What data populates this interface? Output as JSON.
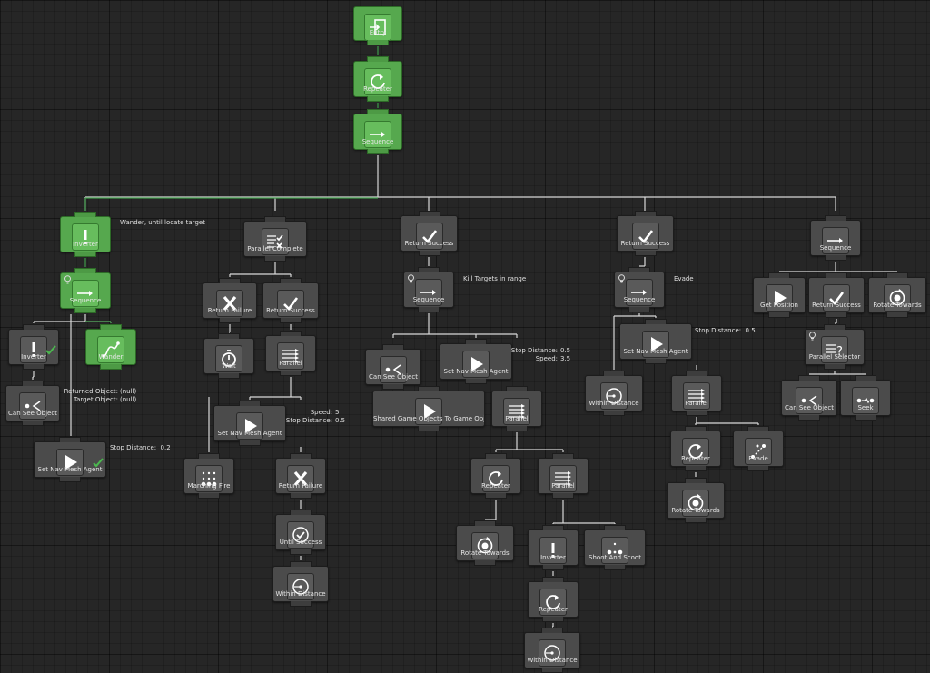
{
  "nodes": {
    "entry": "Entry",
    "repeater_root": "Repeater",
    "sequence_root": "Sequence",
    "inverter_wander": "Inverter",
    "sequence_wander": "Sequence",
    "inverter_cso": "Inverter",
    "wander": "Wander",
    "can_see_object_1": "Can See Object",
    "set_nav_mesh_1": "Set Nav Mesh Agent",
    "parallel_complete": "Parallel Complete",
    "return_failure_1": "Return Failure",
    "return_success_1": "Return Success",
    "wait": "Wait",
    "parallel_1": "Parallel",
    "set_nav_mesh_2": "Set Nav Mesh Agent",
    "marching_fire": "Marching Fire",
    "return_failure_2": "Return Failure",
    "until_success": "Until Success",
    "within_distance_1": "Within Distance",
    "return_success_2": "Return Success",
    "sequence_kill": "Sequence",
    "can_see_object_2": "Can See Object",
    "set_nav_mesh_3": "Set Nav Mesh Agent",
    "shared_objects": "Shared Game Objects To Game Object List",
    "parallel_2": "Parallel",
    "repeater_2": "Repeater",
    "parallel_3": "Parallel",
    "rotate_towards_1": "Rotate Towards",
    "inverter_3": "Inverter",
    "shoot_and_scoot": "Shoot And Scoot",
    "repeater_3": "Repeater",
    "within_distance_2": "Within Distance",
    "return_success_3": "Return Success",
    "sequence_evade": "Sequence",
    "set_nav_mesh_4": "Set Nav Mesh Agent",
    "within_distance_3": "Within Distance",
    "parallel_4": "Parallel",
    "repeater_4": "Repeater",
    "evade": "Evade",
    "rotate_towards_2": "Rotate Towards",
    "sequence_right": "Sequence",
    "get_position": "Get Position",
    "return_success_4": "Return Success",
    "rotate_towards_3": "Rotate Towards",
    "parallel_selector": "Parallel Selector",
    "can_see_object_3": "Can See Object",
    "seek": "Seek"
  },
  "comments": {
    "wander_note": "Wander, until locate target",
    "kill_note": "Kill Targets in range",
    "evade_note": "Evade",
    "cso_labels": "Returned Object:\nTarget Object:",
    "cso_values": "(null)\n(null)",
    "nav1_stop": "Stop Distance:  0.2",
    "nav2_labels": "Speed:\nStop Distance:",
    "nav2_values": "5\n0.5",
    "nav3_labels": "Stop Distance:\nSpeed:",
    "nav3_values": "0.5\n3.5",
    "nav4_stop": "Stop Distance:  0.5"
  },
  "colors": {
    "canvas_bg": "#262626",
    "node_bg": "#4b4b4b",
    "active_node": "#56a84e",
    "link": "#d8d8d8",
    "active_link": "#3f9a4a"
  },
  "icons": {
    "entry": "entry-icon",
    "repeater": "repeat-icon",
    "sequence": "sequence-arrow-icon",
    "inverter": "exclamation-icon",
    "return_success": "check-icon",
    "return_failure": "cross-icon",
    "parallel": "parallel-arrows-icon",
    "parallel_complete": "check-cross-list-icon",
    "parallel_selector": "question-list-icon",
    "set_nav_mesh_agent": "play-icon",
    "can_see_object": "eye-cone-icon",
    "wait": "stopwatch-icon",
    "within_distance": "radius-icon",
    "until_success": "circle-check-icon",
    "rotate_towards": "target-icon",
    "wander": "curve-path-icon",
    "marching_fire": "dot-grid-icon",
    "evade": "evade-icon",
    "seek": "seek-icon",
    "shoot_and_scoot": "dots-icon",
    "get_position": "play-icon",
    "lightbulb": "lightbulb-icon"
  }
}
